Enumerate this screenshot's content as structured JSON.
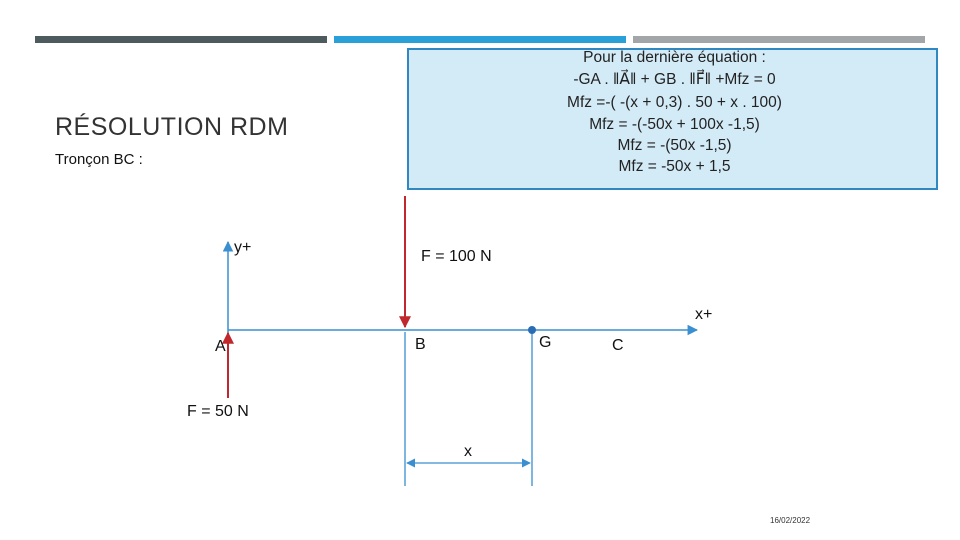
{
  "header": {
    "bar_colors": [
      "#4d5a5e",
      "#2aa0d8",
      "#a2a6a8"
    ]
  },
  "slide": {
    "title": "RÉSOLUTION RDM",
    "subtitle": "Tronçon BC :"
  },
  "equation_box": {
    "lines": [
      "Pour la dernière équation :",
      "-GA . ‖A⃗‖ + GB . ‖F⃗‖ +Mfz = 0",
      "Mfz =-( -(x + 0,3) . 50 + x . 100)",
      "Mfz = -(-50x + 100x -1,5)",
      "Mfz = -(50x -1,5)",
      "Mfz = -50x + 1,5"
    ],
    "fill": "#d3ebf7",
    "border": "#2f88c2"
  },
  "diagram": {
    "axis_y_label": "y+",
    "axis_x_label": "x+",
    "force_top_label": "F = 100 N",
    "force_bottom_label": "F = 50 N",
    "point_a": "A",
    "point_b": "B",
    "point_g": "G",
    "point_c": "C",
    "dimension_label": "x",
    "force_color": "#c0282d",
    "axis_color": "#3a8fd0",
    "point_color": "#2a6db4"
  },
  "footer": {
    "date": "16/02/2022"
  }
}
